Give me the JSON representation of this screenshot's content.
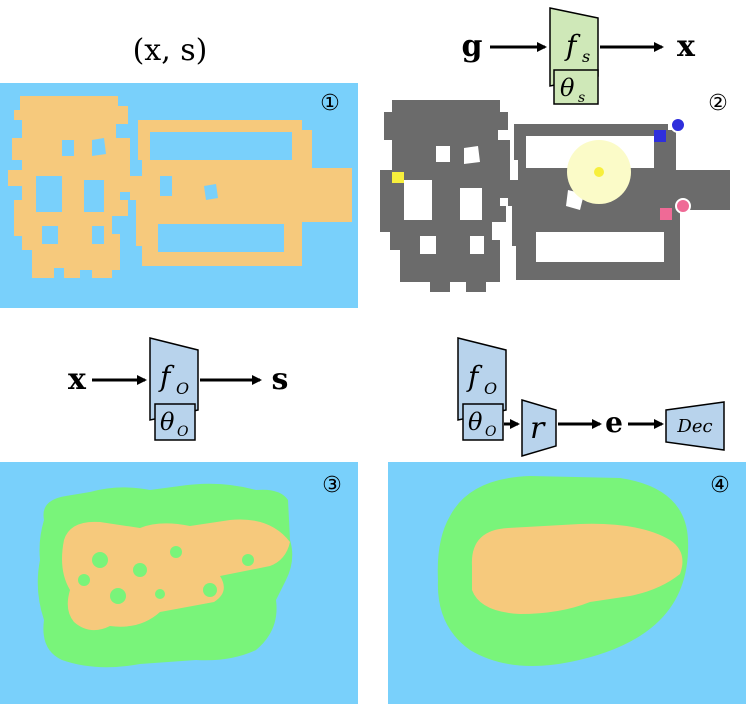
{
  "colors": {
    "water": "#79d0fb",
    "floor": "#f6c97c",
    "gray_map": "#6b6b6b",
    "green": "#79f47a",
    "module_blue": "#b8d3ec",
    "module_green": "#cfe8b8",
    "marker_yellow": "#f7ef3c",
    "marker_blue": "#2f2fdc",
    "marker_pink": "#ef6a96"
  },
  "panel1": {
    "title": "(x, s)",
    "badge": "①"
  },
  "panel2": {
    "input": "g",
    "module": "f",
    "module_sub": "s",
    "param": "θ",
    "param_sub": "s",
    "output": "x",
    "badge": "②"
  },
  "panel3": {
    "input": "x",
    "module": "f",
    "module_sub": "O",
    "param": "θ",
    "param_sub": "O",
    "output": "s",
    "badge": "③"
  },
  "panel4": {
    "module": "f",
    "module_sub": "O",
    "param": "θ",
    "param_sub": "O",
    "r_label": "r",
    "embedding": "e",
    "decoder": "Dec",
    "badge": "④"
  }
}
